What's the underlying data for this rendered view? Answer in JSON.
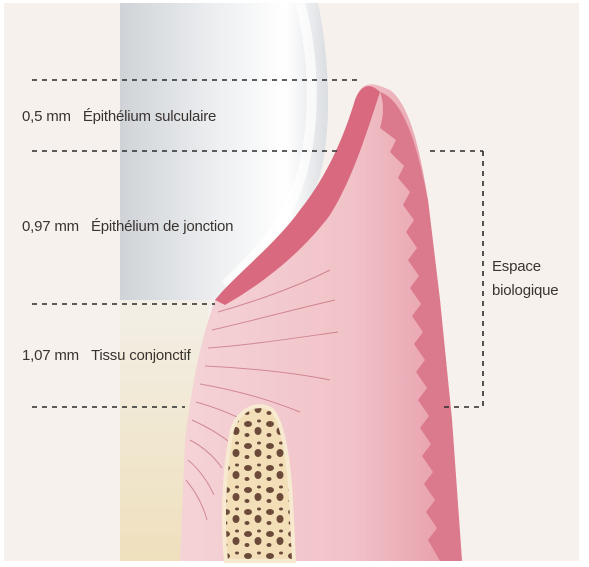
{
  "layers": [
    {
      "value": "0,5 mm",
      "name": "Épithélium sulculaire"
    },
    {
      "value": "0,97 mm",
      "name": "Épithélium de jonction"
    },
    {
      "value": "1,07 mm",
      "name": "Tissu conjonctif"
    }
  ],
  "bracket_label": {
    "line1": "Espace",
    "line2": "biologique"
  },
  "colors": {
    "background": "#f6f1ec",
    "tooth": "#e4e6e8",
    "gingiva": "#f1c6cc",
    "gingiva_edge": "#d9697f",
    "bone": "#efd7a9",
    "dashes": "#2a2a2a"
  }
}
